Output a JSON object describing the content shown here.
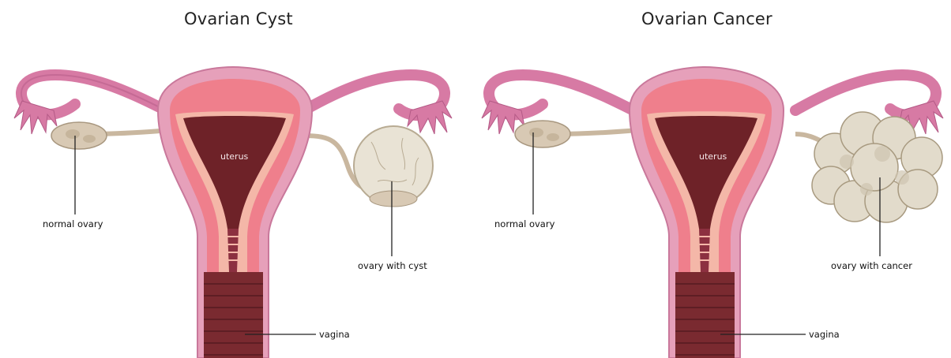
{
  "left_panel": {
    "title": "Ovarian Cyst",
    "labels": {
      "uterus": "uterus",
      "normal_ovary": "normal ovary",
      "ovary_special": "ovary with cyst",
      "vagina": "vagina"
    }
  },
  "right_panel": {
    "title": "Ovarian Cancer",
    "labels": {
      "uterus": "uterus",
      "normal_ovary": "normal ovary",
      "ovary_special": "ovary with cancer",
      "vagina": "vagina"
    }
  },
  "colors": {
    "tube_pink": "#d77aa4",
    "tube_dark": "#b45a86",
    "uterus_outer": "#e6a0ba",
    "uterus_mid": "#ef7f8c",
    "uterus_inner": "#c94a57",
    "cavity": "#6e2228",
    "vagina": "#7a2a30",
    "ovary": "#d8c9b4",
    "cyst": "#e9e3d5",
    "line": "#222222"
  }
}
